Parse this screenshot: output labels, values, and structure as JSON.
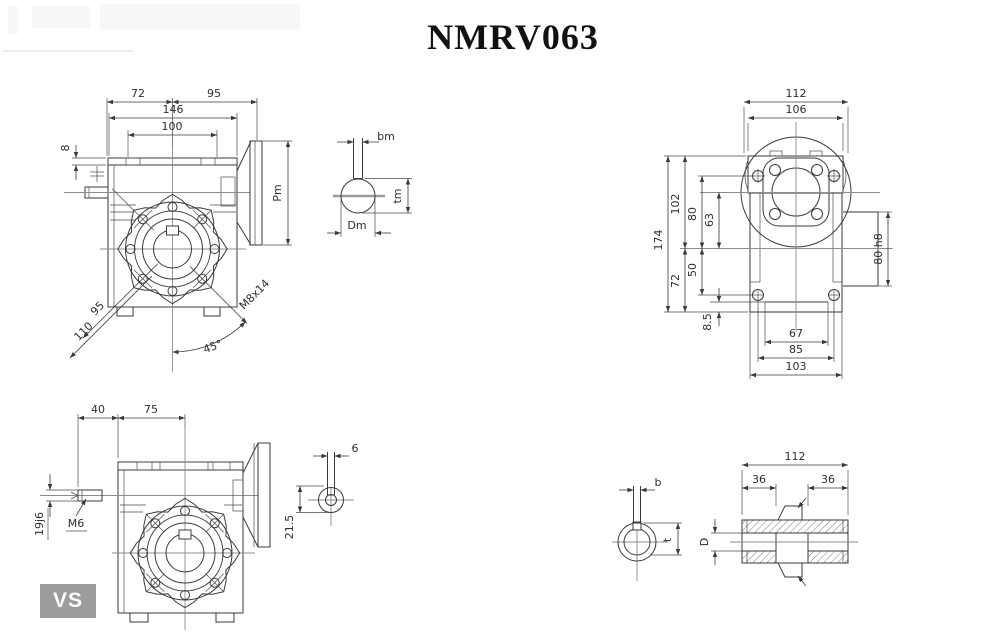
{
  "title": "NMRV063",
  "badge": {
    "label": "VS"
  },
  "front_view": {
    "dim_72": "72",
    "dim_95": "95",
    "dim_146": "146",
    "dim_100": "100",
    "dim_8": "8",
    "dim_pm": "Pm",
    "diag_95": "95",
    "diag_110": "110",
    "thread": "M8x14",
    "angle": "45°"
  },
  "input_shaft_section": {
    "dim_bm": "bm",
    "dim_tm": "tm",
    "dim_dm": "Dm"
  },
  "top_view": {
    "dim_112": "112",
    "dim_106": "106",
    "dim_174": "174",
    "dim_102": "102",
    "dim_80": "80",
    "dim_63": "63",
    "dim_50": "50",
    "dim_72": "72",
    "dim_8_5": "8.5",
    "dim_80h8": "80 h8",
    "dim_67": "67",
    "dim_85": "85",
    "dim_103": "103"
  },
  "side_view": {
    "dim_40": "40",
    "dim_75": "75",
    "shaft_dia": "19j6",
    "thread": "M6"
  },
  "output_key_section": {
    "dim_6": "6",
    "dim_21_5": "21.5"
  },
  "output_shaft_section": {
    "dim_b": "b",
    "dim_t": "t",
    "dim_d": "D",
    "dim_112": "112",
    "dim_36_left": "36",
    "dim_36_right": "36"
  }
}
